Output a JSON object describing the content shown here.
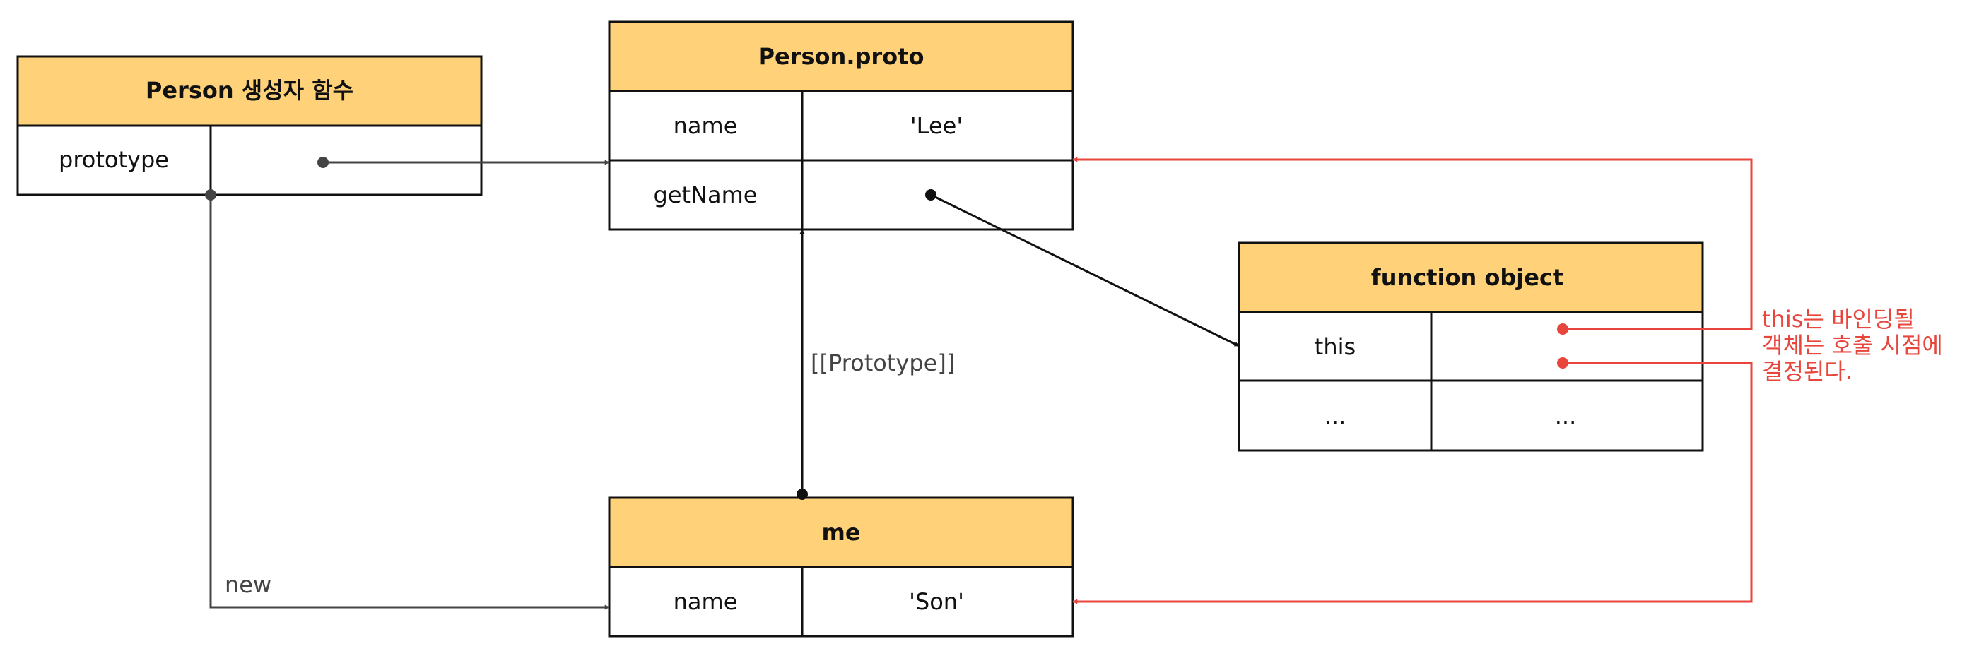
{
  "colors": {
    "header": "#FFD27A",
    "border": "#111111",
    "arrow": "#444444",
    "highlight": "#E8453C"
  },
  "constructor_box": {
    "title": "Person 생성자 함수",
    "rows": [
      {
        "key": "prototype",
        "value": ""
      }
    ]
  },
  "proto_box": {
    "title": "Person.proto",
    "rows": [
      {
        "key": "name",
        "value": "'Lee'"
      },
      {
        "key": "getName",
        "value": ""
      }
    ]
  },
  "function_box": {
    "title": "function object",
    "rows": [
      {
        "key": "this",
        "value": ""
      },
      {
        "key": "...",
        "value": "..."
      }
    ]
  },
  "me_box": {
    "title": "me",
    "rows": [
      {
        "key": "name",
        "value": "'Son'"
      }
    ]
  },
  "labels": {
    "prototype_link": "[[Prototype]]",
    "new": "new"
  },
  "note": {
    "lines": [
      "this는 바인딩될",
      "객체는 호출 시점에",
      "결정된다."
    ]
  }
}
